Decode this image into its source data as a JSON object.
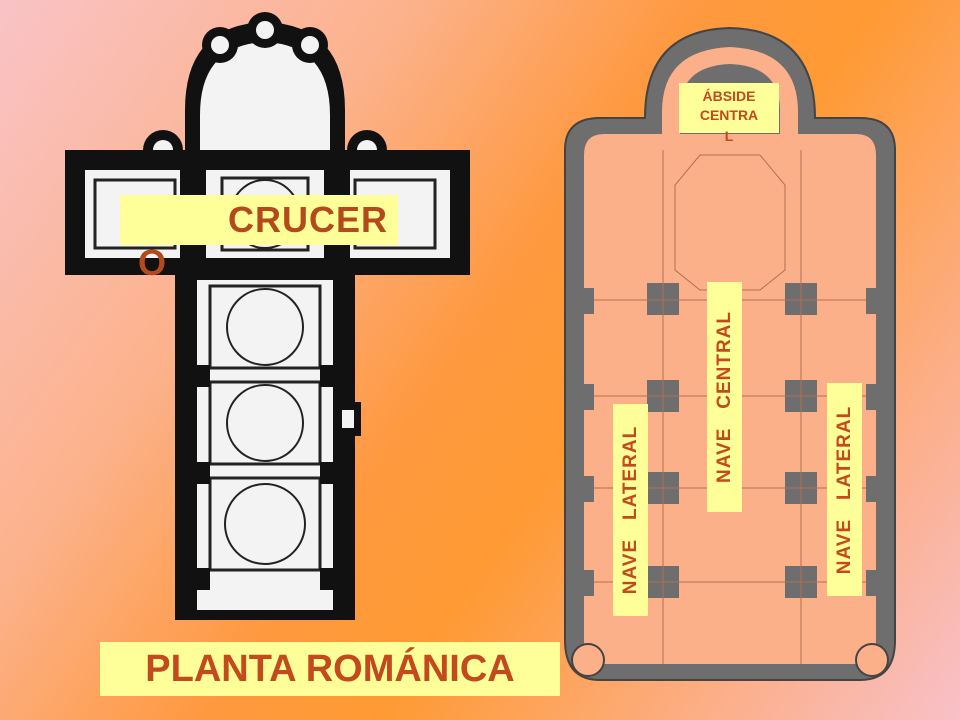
{
  "labels": {
    "crucero_line1": "CRUCER",
    "crucero_line2": "O",
    "title": "PLANTA ROMÁNICA",
    "abside_line1": "ÁBSIDE",
    "abside_line2": "CENTRA",
    "abside_line3": "L",
    "nave_central": "NAVE   CENTRAL",
    "nave_lateral_left": "NAVE   LATERAL",
    "nave_lateral_right": "NAVE   LATERAL"
  },
  "colors": {
    "label_background": "#ffff99",
    "label_text": "#c24a1c",
    "plan_fill": "#1a1a1a",
    "plan_floor": "#f2f2f2",
    "wall_gray": "#6e6e6e"
  }
}
